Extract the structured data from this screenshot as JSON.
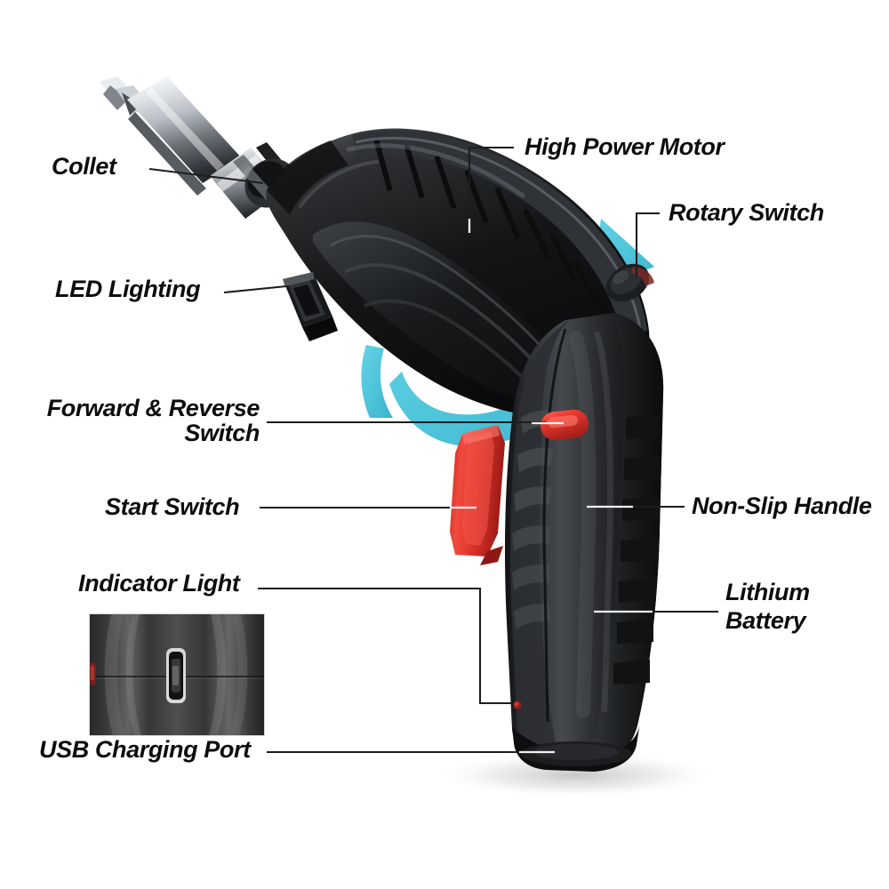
{
  "diagram": {
    "subject": "Cordless Electric Screwdriver",
    "background_color": "#ffffff",
    "label_color": "#0d0d0d",
    "leader_dark_color": "#1d1d1d",
    "leader_light_color": "#f2f2f2",
    "accent_cyan": "#45c2d8",
    "accent_red": "#e0302b",
    "body_black": "#1a1a1a",
    "metal_silver": "#c9cdd2"
  },
  "labels": {
    "collet": "Collet",
    "led_lighting": "LED Lighting",
    "forward_reverse_switch": "Forward & Reverse\nSwitch",
    "start_switch": "Start Switch",
    "indicator_light": "Indicator Light",
    "usb_charging_port": "USB Charging Port",
    "high_power_motor": "High Power Motor",
    "rotary_switch": "Rotary Switch",
    "non_slip_handle": "Non-Slip Handle",
    "lithium_battery": "Lithium\nBattery"
  },
  "parts": [
    {
      "id": "collet",
      "label": "Collet",
      "side": "left",
      "lines": 1
    },
    {
      "id": "led-lighting",
      "label": "LED Lighting",
      "side": "left",
      "lines": 1
    },
    {
      "id": "forward-reverse-switch",
      "label": "Forward & Reverse Switch",
      "side": "left",
      "lines": 2
    },
    {
      "id": "start-switch",
      "label": "Start Switch",
      "side": "left",
      "lines": 1
    },
    {
      "id": "indicator-light",
      "label": "Indicator Light",
      "side": "left",
      "lines": 1
    },
    {
      "id": "usb-charging-port",
      "label": "USB Charging Port",
      "side": "left",
      "lines": 1
    },
    {
      "id": "high-power-motor",
      "label": "High Power Motor",
      "side": "right",
      "lines": 1
    },
    {
      "id": "rotary-switch",
      "label": "Rotary Switch",
      "side": "right",
      "lines": 1
    },
    {
      "id": "non-slip-handle",
      "label": "Non-Slip Handle",
      "side": "right",
      "lines": 1
    },
    {
      "id": "lithium-battery",
      "label": "Lithium Battery",
      "side": "right",
      "lines": 2
    }
  ],
  "inset": {
    "description": "Close-up of handle base showing micro-USB charging port and indicator LED"
  }
}
